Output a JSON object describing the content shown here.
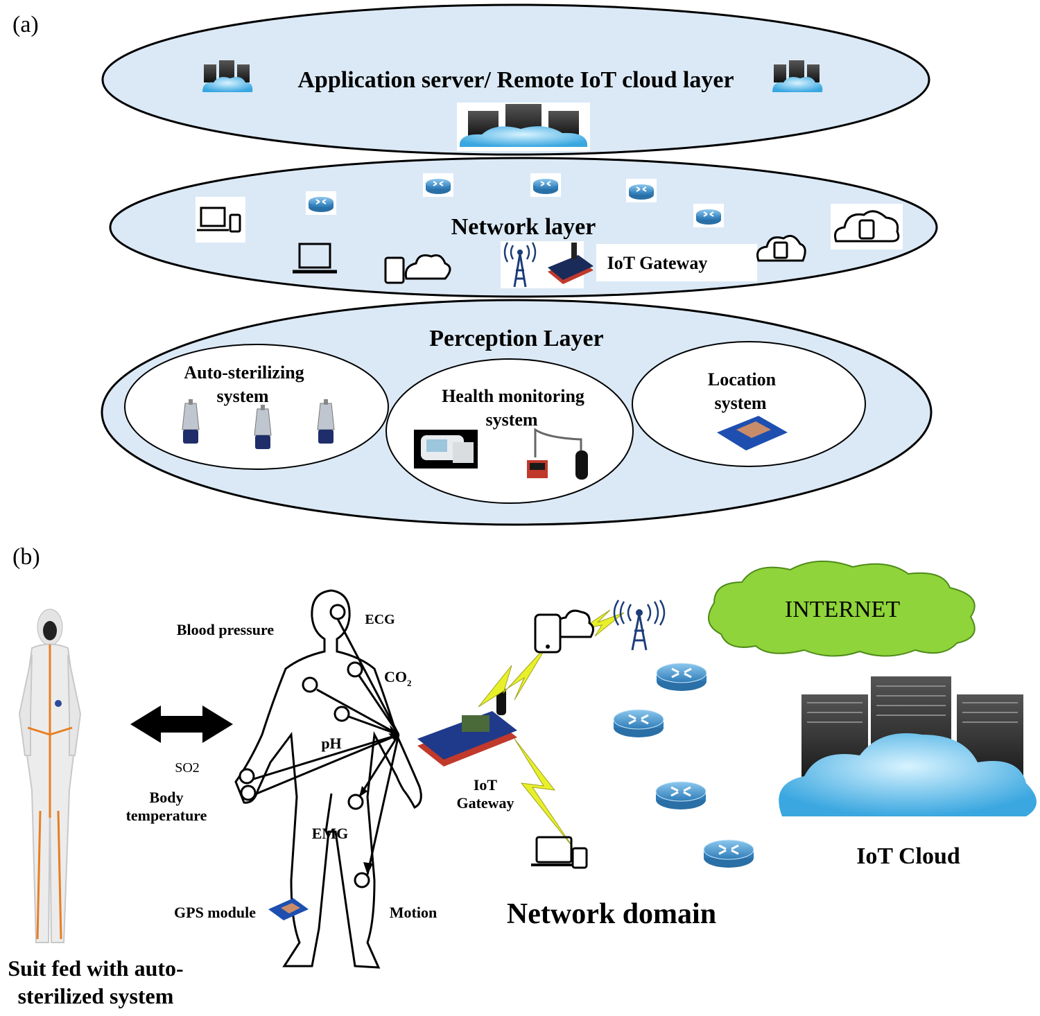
{
  "panel_a": {
    "label": "(a)",
    "app_layer": {
      "title": "Application server/ Remote IoT cloud layer"
    },
    "network_layer": {
      "title": "Network layer",
      "gateway_label": "IoT Gateway"
    },
    "perception_layer": {
      "title": "Perception Layer",
      "auto_sterilizing": {
        "line1": "Auto-sterilizing",
        "line2": "system"
      },
      "health_monitoring": {
        "line1": "Health monitoring",
        "line2": "system"
      },
      "location": {
        "line1": "Location",
        "line2": "system"
      }
    }
  },
  "panel_b": {
    "label": "(b)",
    "suit_caption": {
      "line1": "Suit fed with auto-",
      "line2": "sterilized system"
    },
    "sensors": {
      "blood_pressure": "Blood pressure",
      "ecg": "ECG",
      "co2": "CO",
      "co2_sub": "2",
      "ph": "pH",
      "so2": "SO2",
      "body_temp_line1": "Body",
      "body_temp_line2": "temperature",
      "emg": "EMG",
      "gps": "GPS module",
      "motion": "Motion"
    },
    "gateway": {
      "line1": "IoT",
      "line2": "Gateway"
    },
    "internet": "INTERNET",
    "network_domain": "Network domain",
    "iot_cloud": "IoT Cloud"
  },
  "colors": {
    "layer_fill": "#dbe9f6",
    "internet_cloud": "#8fd43a",
    "router": "#4a90c8",
    "cloud_blue": "#5fc3f0",
    "lightning": "#e8f02a"
  }
}
